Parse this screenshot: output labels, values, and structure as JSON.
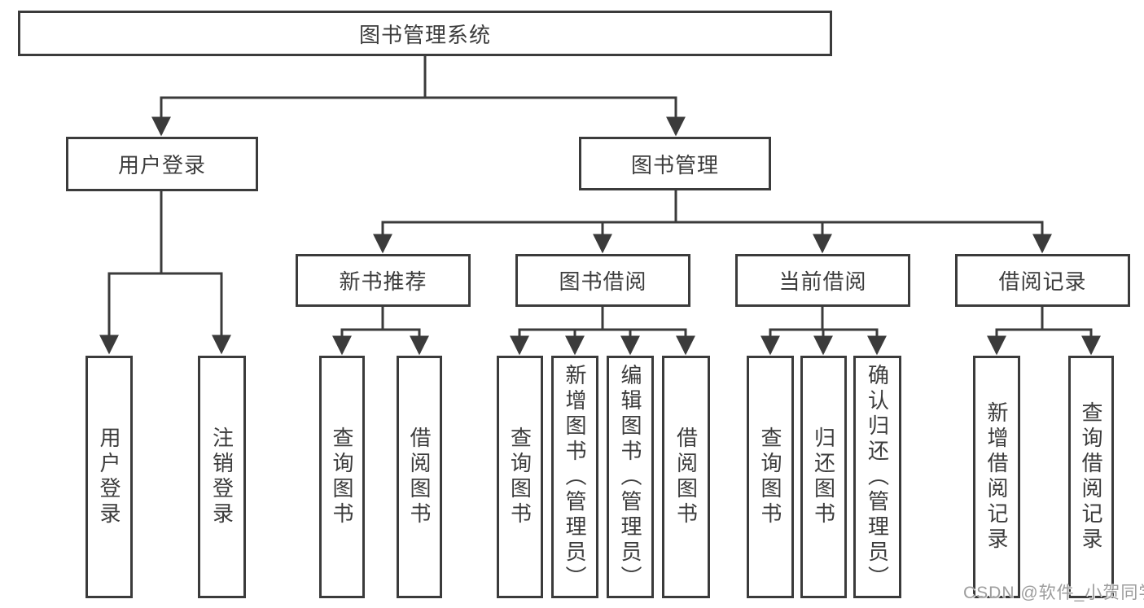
{
  "diagram": {
    "root": {
      "label": "图书管理系统"
    },
    "branches": [
      {
        "label": "用户登录",
        "leaves": [
          {
            "label": "用户登录"
          },
          {
            "label": "注销登录"
          }
        ]
      },
      {
        "label": "图书管理",
        "groups": [
          {
            "label": "新书推荐",
            "leaves": [
              {
                "label": "查询图书"
              },
              {
                "label": "借阅图书"
              }
            ]
          },
          {
            "label": "图书借阅",
            "leaves": [
              {
                "label": "查询图书"
              },
              {
                "label": "新增图书（管理员）"
              },
              {
                "label": "编辑图书（管理员）"
              },
              {
                "label": "借阅图书"
              }
            ]
          },
          {
            "label": "当前借阅",
            "leaves": [
              {
                "label": "查询图书"
              },
              {
                "label": "归还图书"
              },
              {
                "label": "确认归还（管理员）"
              }
            ]
          },
          {
            "label": "借阅记录",
            "leaves": [
              {
                "label": "新增借阅记录"
              },
              {
                "label": "查询借阅记录"
              }
            ]
          }
        ]
      }
    ]
  },
  "colors": {
    "line": "#3b3b3b",
    "text": "#3c3c3c",
    "watermark": "#9d9d9d"
  },
  "watermark": {
    "text": "CSDN @软件_小贺同学"
  }
}
